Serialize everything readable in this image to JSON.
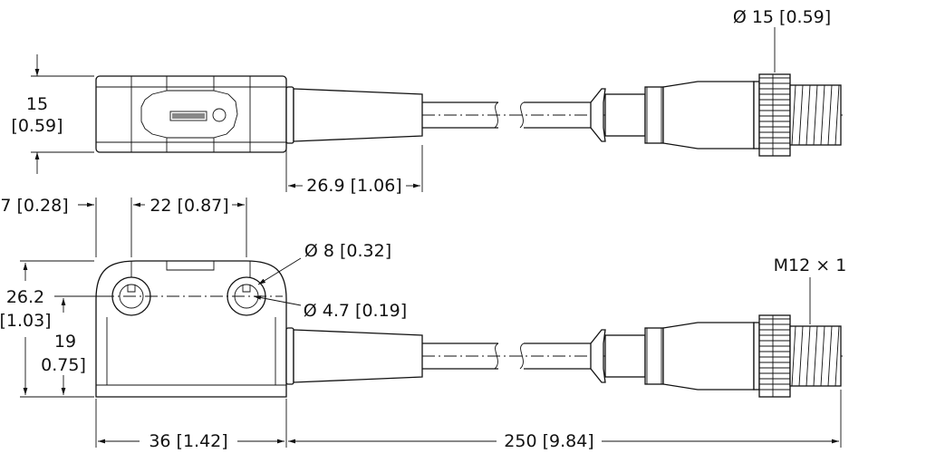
{
  "dimensions": {
    "top_height": "15",
    "top_height_in": "[0.59]",
    "cable_offset": "26.9 [1.06]",
    "connector_diameter": "Ø 15 [0.59]",
    "mount_offset": "7 [0.28]",
    "hole_spacing": "22 [0.87]",
    "hole_outer_diameter": "Ø 8 [0.32]",
    "hole_inner_diameter": "Ø 4.7 [0.19]",
    "total_height": "26.2",
    "total_height_in": "[1.03]",
    "hole_height": "19",
    "hole_height_in": "0.75]",
    "body_length": "36 [1.42]",
    "cable_length": "250 [9.84]",
    "thread": "M12 × 1"
  }
}
